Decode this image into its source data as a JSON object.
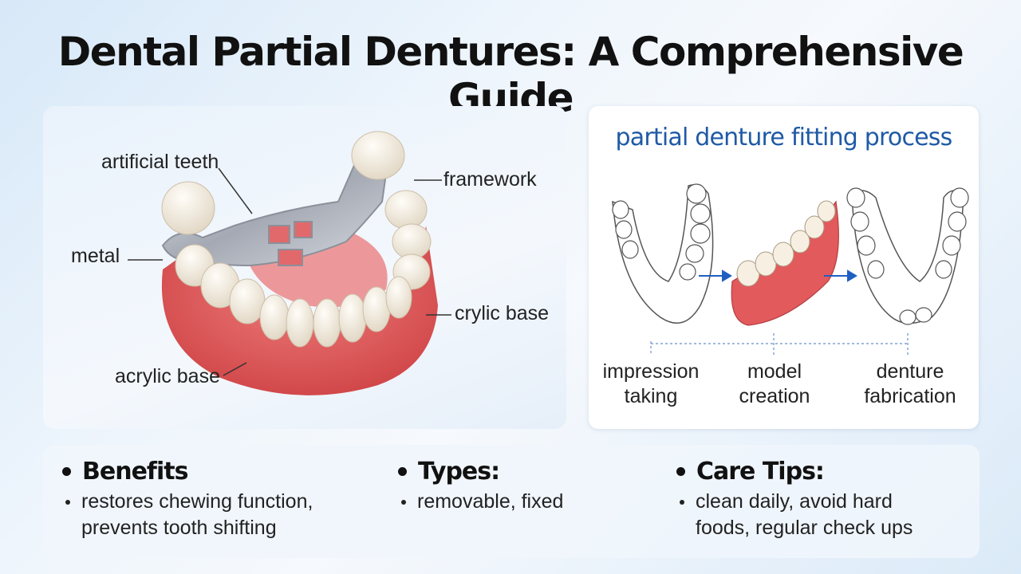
{
  "title": "Dental Partial Dentures: A Comprehensive Guide",
  "diagram": {
    "labels": {
      "artificial_teeth": "artificial teeth",
      "framework": "framework",
      "metal": "metal",
      "acrylic_base_right": "crylic base",
      "acrylic_base_bottom": "acrylic base"
    }
  },
  "process": {
    "title": "partial denture fitting process",
    "steps": [
      {
        "line1": "impression",
        "line2": "taking"
      },
      {
        "line1": "model",
        "line2": "creation"
      },
      {
        "line1": "denture",
        "line2": "fabrication"
      }
    ],
    "arrow_color": "#1f5fc2"
  },
  "info": {
    "benefits": {
      "heading": "Benefits",
      "line1": "restores chewing function,",
      "line2": "prevents tooth shifting"
    },
    "types": {
      "heading": "Types:",
      "line1": "removable, fixed"
    },
    "care": {
      "heading": "Care Tips:",
      "line1": "clean daily, avoid hard",
      "line2": "foods, regular check ups"
    }
  },
  "colors": {
    "gum": "#e0585a",
    "metal": "#b9bdc6",
    "tooth": "#f3ece0",
    "accent": "#1f5aa6"
  }
}
